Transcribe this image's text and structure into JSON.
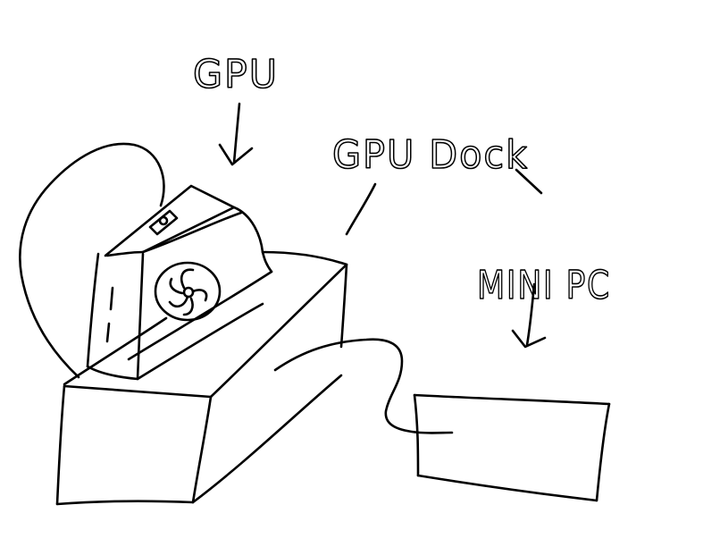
{
  "labels": {
    "gpu": "GPU",
    "gpu_dock": "GPU Dock",
    "mini_pc": "MINI PC"
  },
  "colors": {
    "ink": "#000000",
    "background": "#ffffff"
  }
}
